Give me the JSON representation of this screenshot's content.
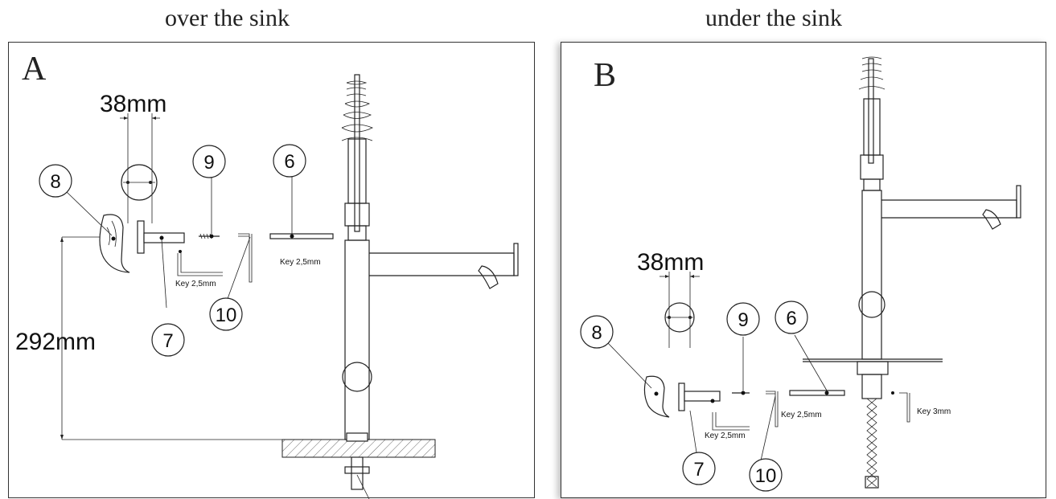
{
  "captions": {
    "a": "over the sink",
    "b": "under the sink"
  },
  "panel_a": {
    "letter": "A",
    "dimension_hole": "38mm",
    "dimension_height": "292mm",
    "callouts": [
      "8",
      "9",
      "6",
      "7",
      "10"
    ],
    "key_labels": [
      "Key 2,5mm",
      "Key 2,5mm"
    ]
  },
  "panel_b": {
    "letter": "B",
    "dimension_hole": "38mm",
    "callouts": [
      "8",
      "9",
      "6",
      "7",
      "10"
    ],
    "key_labels": [
      "Key 2,5mm",
      "Key 2,5mm",
      "Key 3mm"
    ]
  }
}
